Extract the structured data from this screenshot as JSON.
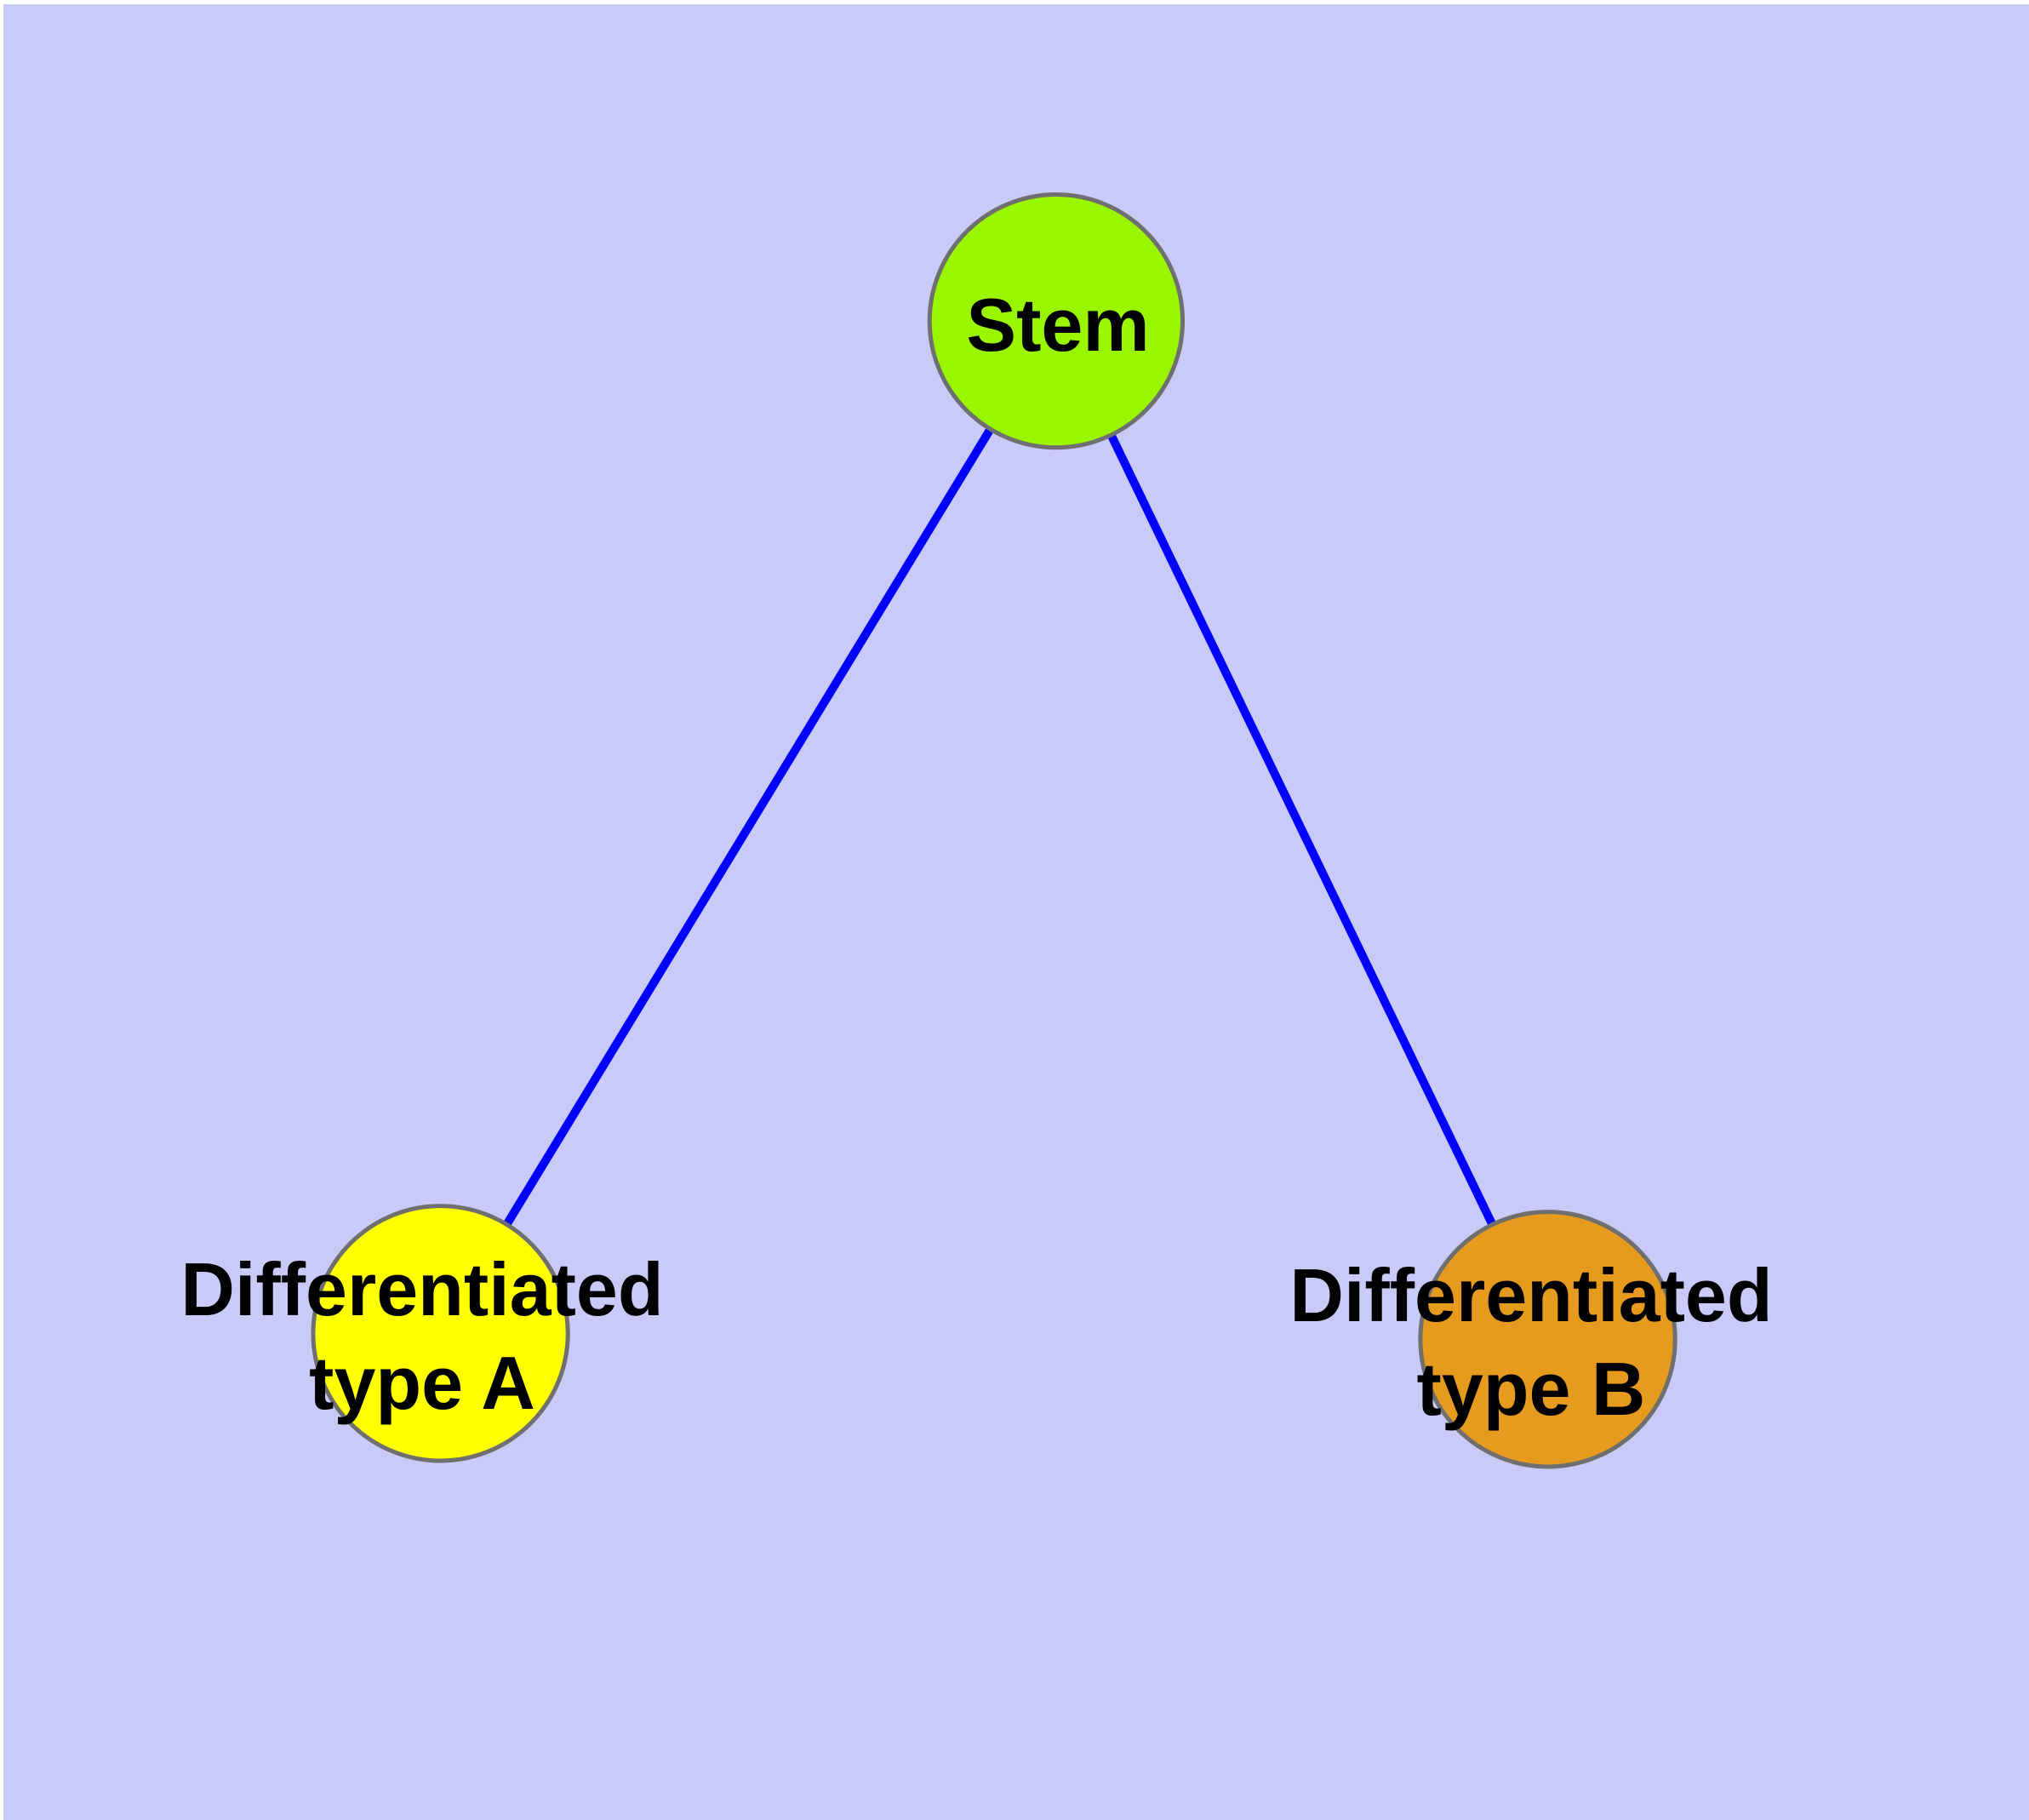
{
  "diagram": {
    "type": "node-link-graph",
    "background_color": "#CACAF9",
    "edge_color": "#0000FF",
    "node_border_color": "#6F6F6F",
    "text_color": "#000000",
    "nodes": [
      {
        "id": "stem",
        "label": "Stem",
        "color": "#9AF500"
      },
      {
        "id": "type-a",
        "label": "Differentiated\ntype A",
        "color": "#FFFF00"
      },
      {
        "id": "type-b",
        "label": "Differentiated\ntype B",
        "color": "#E69A1E"
      }
    ],
    "edges": [
      {
        "from": "stem",
        "to": "type-a"
      },
      {
        "from": "stem",
        "to": "type-b"
      }
    ]
  }
}
